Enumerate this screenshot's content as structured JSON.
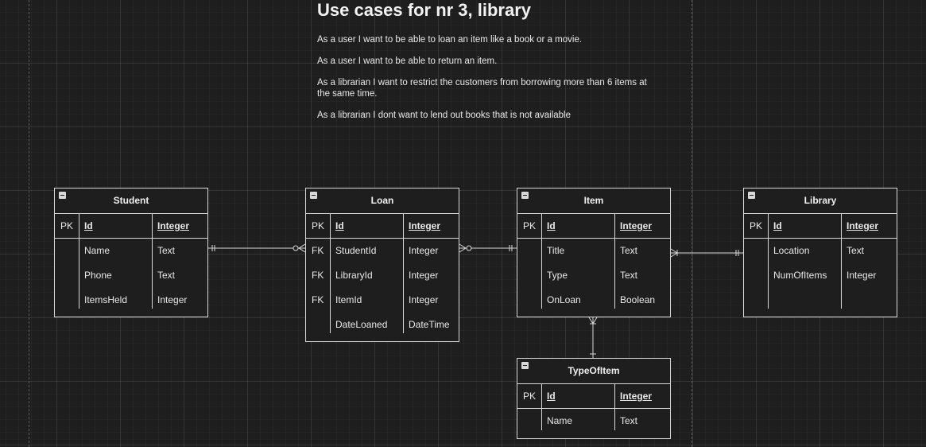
{
  "page": {
    "title": "Use cases for nr 3, library",
    "use_cases": [
      "As a user I want to be able to loan an item like a book or a movie.",
      "As a user I want to be able to return an item.",
      "As a librarian I want to restrict the customers from borrowing more than 6 items at the same time.",
      "As a librarian I dont want to lend out books that is not available"
    ]
  },
  "entities": {
    "student": {
      "name": "Student",
      "pk": {
        "key": "PK",
        "name": "Id",
        "type": "Integer"
      },
      "fields": [
        {
          "key": "",
          "name": "Name",
          "type": "Text"
        },
        {
          "key": "",
          "name": "Phone",
          "type": "Text"
        },
        {
          "key": "",
          "name": "ItemsHeld",
          "type": "Integer"
        }
      ]
    },
    "loan": {
      "name": "Loan",
      "pk": {
        "key": "PK",
        "name": "Id",
        "type": "Integer"
      },
      "fields": [
        {
          "key": "FK",
          "name": "StudentId",
          "type": "Integer"
        },
        {
          "key": "FK",
          "name": "LibraryId",
          "type": "Integer"
        },
        {
          "key": "FK",
          "name": "ItemId",
          "type": "Integer"
        },
        {
          "key": "",
          "name": "DateLoaned",
          "type": "DateTime"
        }
      ]
    },
    "item": {
      "name": "Item",
      "pk": {
        "key": "PK",
        "name": "Id",
        "type": "Integer"
      },
      "fields": [
        {
          "key": "",
          "name": "Title",
          "type": "Text"
        },
        {
          "key": "",
          "name": "Type",
          "type": "Text"
        },
        {
          "key": "",
          "name": "OnLoan",
          "type": "Boolean"
        }
      ]
    },
    "library": {
      "name": "Library",
      "pk": {
        "key": "PK",
        "name": "Id",
        "type": "Integer"
      },
      "fields": [
        {
          "key": "",
          "name": "Location",
          "type": "Text"
        },
        {
          "key": "",
          "name": "NumOfItems",
          "type": "Integer"
        }
      ]
    },
    "typeofitem": {
      "name": "TypeOfItem",
      "pk": {
        "key": "PK",
        "name": "Id",
        "type": "Integer"
      },
      "fields": [
        {
          "key": "",
          "name": "Name",
          "type": "Text"
        }
      ]
    }
  },
  "relationships": [
    {
      "from": "Student",
      "to": "Loan",
      "from_cardinality": "exactly one",
      "to_cardinality": "zero or many"
    },
    {
      "from": "Loan",
      "to": "Item",
      "from_cardinality": "zero or many",
      "to_cardinality": "exactly one"
    },
    {
      "from": "Item",
      "to": "Library",
      "from_cardinality": "one or many",
      "to_cardinality": "exactly one"
    },
    {
      "from": "Item",
      "to": "TypeOfItem",
      "from_cardinality": "one or many",
      "to_cardinality": "exactly one"
    }
  ],
  "colors": {
    "background": "#1e1e1e",
    "stroke": "#d8d8d8",
    "text": "#e8e8e8"
  }
}
